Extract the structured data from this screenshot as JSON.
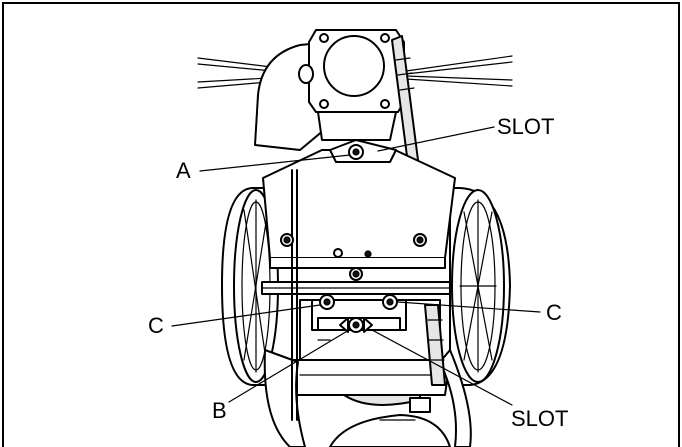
{
  "callouts": {
    "slot_top": "SLOT",
    "a": "A",
    "c_left": "C",
    "c_right": "C",
    "b": "B",
    "slot_bottom": "SLOT"
  },
  "colors": {
    "line": "#000000",
    "background": "#ffffff",
    "shade": "#e6e6e6"
  }
}
